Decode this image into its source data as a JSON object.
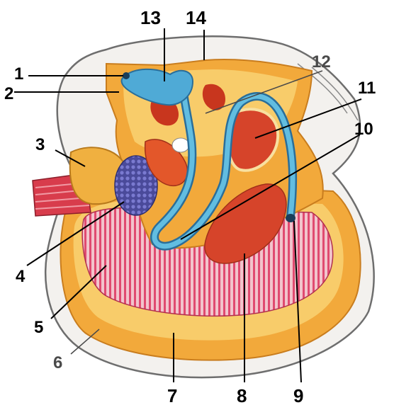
{
  "figure": {
    "labels": [
      {
        "key": "l1",
        "text": "1"
      },
      {
        "key": "l2",
        "text": "2"
      },
      {
        "key": "l3",
        "text": "3"
      },
      {
        "key": "l4",
        "text": "4"
      },
      {
        "key": "l5",
        "text": "5"
      },
      {
        "key": "l6",
        "text": "6"
      },
      {
        "key": "l7",
        "text": "7"
      },
      {
        "key": "l8",
        "text": "8"
      },
      {
        "key": "l9",
        "text": "9"
      },
      {
        "key": "l10",
        "text": "10"
      },
      {
        "key": "l11",
        "text": "11"
      },
      {
        "key": "l12",
        "text": "12"
      },
      {
        "key": "l13",
        "text": "13"
      },
      {
        "key": "l14",
        "text": "14"
      }
    ]
  },
  "colors": {
    "shell_outline": "#6e6e6e",
    "mantle_orange": "#f2a93b",
    "mantle_light": "#f8cc6a",
    "gill_pink": "#e04a70",
    "gut_blue": "#3c9cc8",
    "organ_red": "#c8361e",
    "gonad_purple": "#4a4a9a",
    "muscle_red": "#d83c4c"
  }
}
